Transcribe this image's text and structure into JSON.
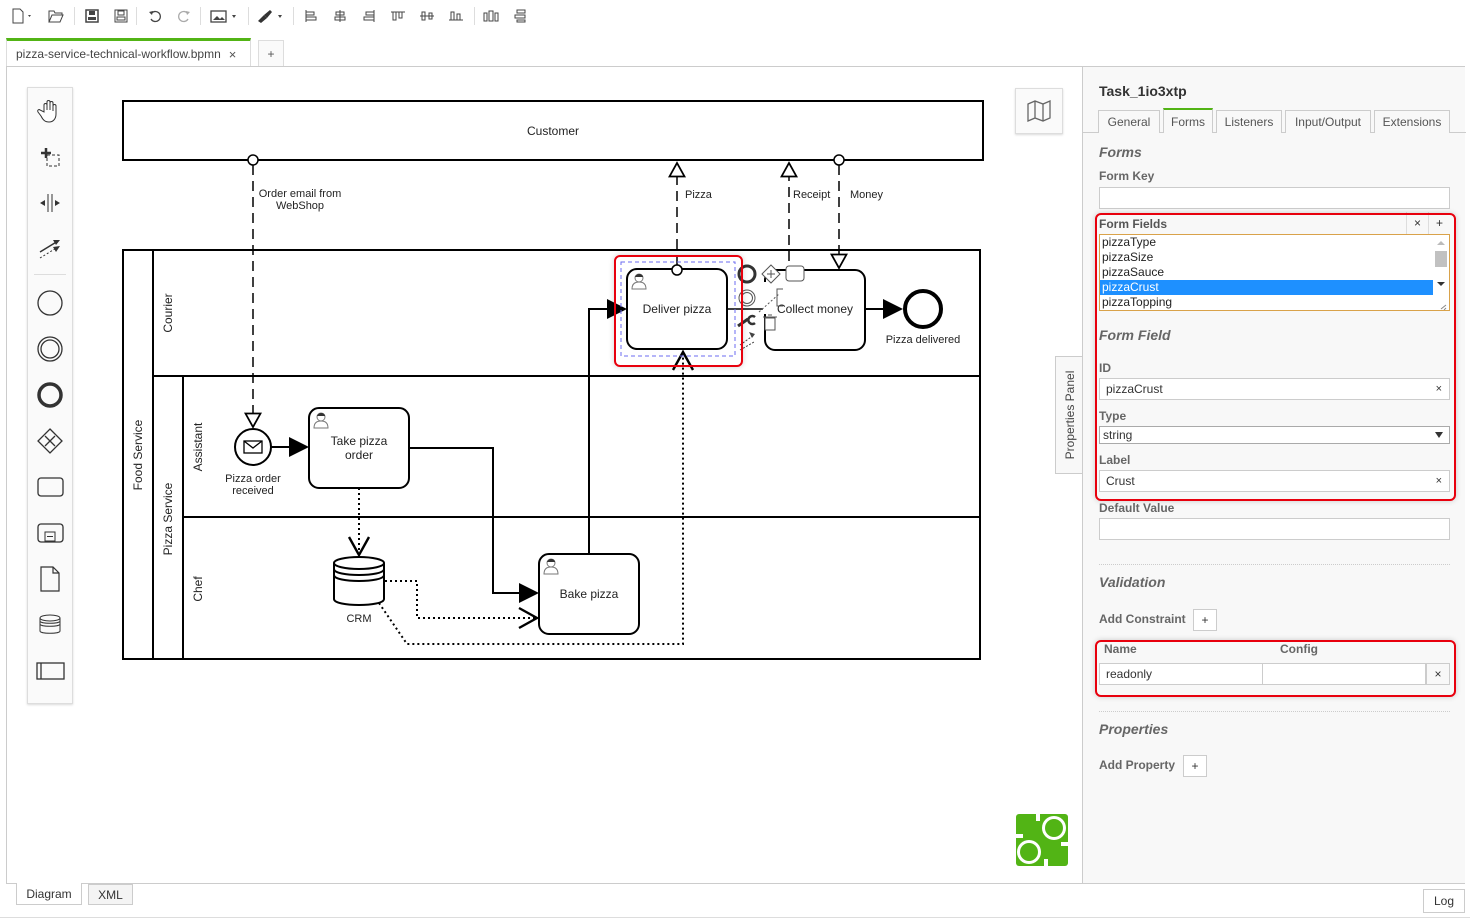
{
  "toolbar": {
    "buttons": [
      "new-file",
      "open-file",
      "save",
      "save-as",
      "undo",
      "redo",
      "export-image",
      "edit-tools",
      "align-left",
      "align-center",
      "align-right",
      "align-top",
      "align-middle",
      "align-bottom",
      "distribute-horizontal",
      "distribute-vertical"
    ]
  },
  "file_tabs": {
    "active": "pizza-service-technical-workflow.bpmn",
    "close_glyph": "×",
    "add_glyph": "+"
  },
  "palette": {
    "tools": [
      "hand-tool",
      "lasso-tool",
      "space-tool",
      "global-connect-tool",
      "create-start-event",
      "create-intermediate-event",
      "create-end-event",
      "create-gateway",
      "create-task",
      "create-subprocess",
      "create-data-object",
      "create-data-store",
      "create-pool"
    ]
  },
  "diagram": {
    "pools": {
      "customer": "Customer",
      "food_service": "Food Service"
    },
    "lanes": {
      "courier": "Courier",
      "pizza_service": "Pizza Service",
      "assistant": "Assistant",
      "chef": "Chef"
    },
    "tasks": {
      "deliver": "Deliver pizza",
      "collect_line": "Collect money",
      "take_order_1": "Take pizza",
      "take_order_2": "order",
      "bake": "Bake pizza"
    },
    "events": {
      "start_1": "Pizza order",
      "start_2": "received",
      "end": "Pizza delivered"
    },
    "data_store": "CRM",
    "messages": {
      "order_1": "Order email from",
      "order_2": "WebShop",
      "pizza": "Pizza",
      "receipt": "Receipt",
      "money": "Money"
    },
    "selected_element": "Deliver pizza"
  },
  "properties_toggle": "Properties Panel",
  "properties": {
    "element_id": "Task_1io3xtp",
    "tabs": [
      "General",
      "Forms",
      "Listeners",
      "Input/Output",
      "Extensions"
    ],
    "active_tab": "Forms",
    "forms_heading": "Forms",
    "form_key_label": "Form Key",
    "form_key_value": "",
    "form_fields_label": "Form Fields",
    "form_fields_remove": "×",
    "form_fields_add": "+",
    "form_fields": [
      "pizzaType",
      "pizzaSize",
      "pizzaSauce",
      "pizzaCrust",
      "pizzaTopping"
    ],
    "selected_form_field": "pizzaCrust",
    "form_field_heading": "Form Field",
    "id_label": "ID",
    "id_value": "pizzaCrust",
    "type_label": "Type",
    "type_value": "string",
    "label_label": "Label",
    "label_value": "Crust",
    "default_value_label": "Default Value",
    "default_value": "",
    "clear_glyph": "×",
    "validation_heading": "Validation",
    "add_constraint_label": "Add Constraint",
    "constraint_headers": {
      "name": "Name",
      "config": "Config"
    },
    "constraints": [
      {
        "name": "readonly",
        "config": ""
      }
    ],
    "properties_heading": "Properties",
    "add_property_label": "Add Property",
    "plus_glyph": "+"
  },
  "bottom_tabs": [
    "Diagram",
    "XML"
  ],
  "active_bottom_tab": "Diagram",
  "log_label": "Log",
  "colors": {
    "accent_green": "#52b415",
    "highlight_red": "#e8000d",
    "selection_blue": "#1e90ff"
  }
}
